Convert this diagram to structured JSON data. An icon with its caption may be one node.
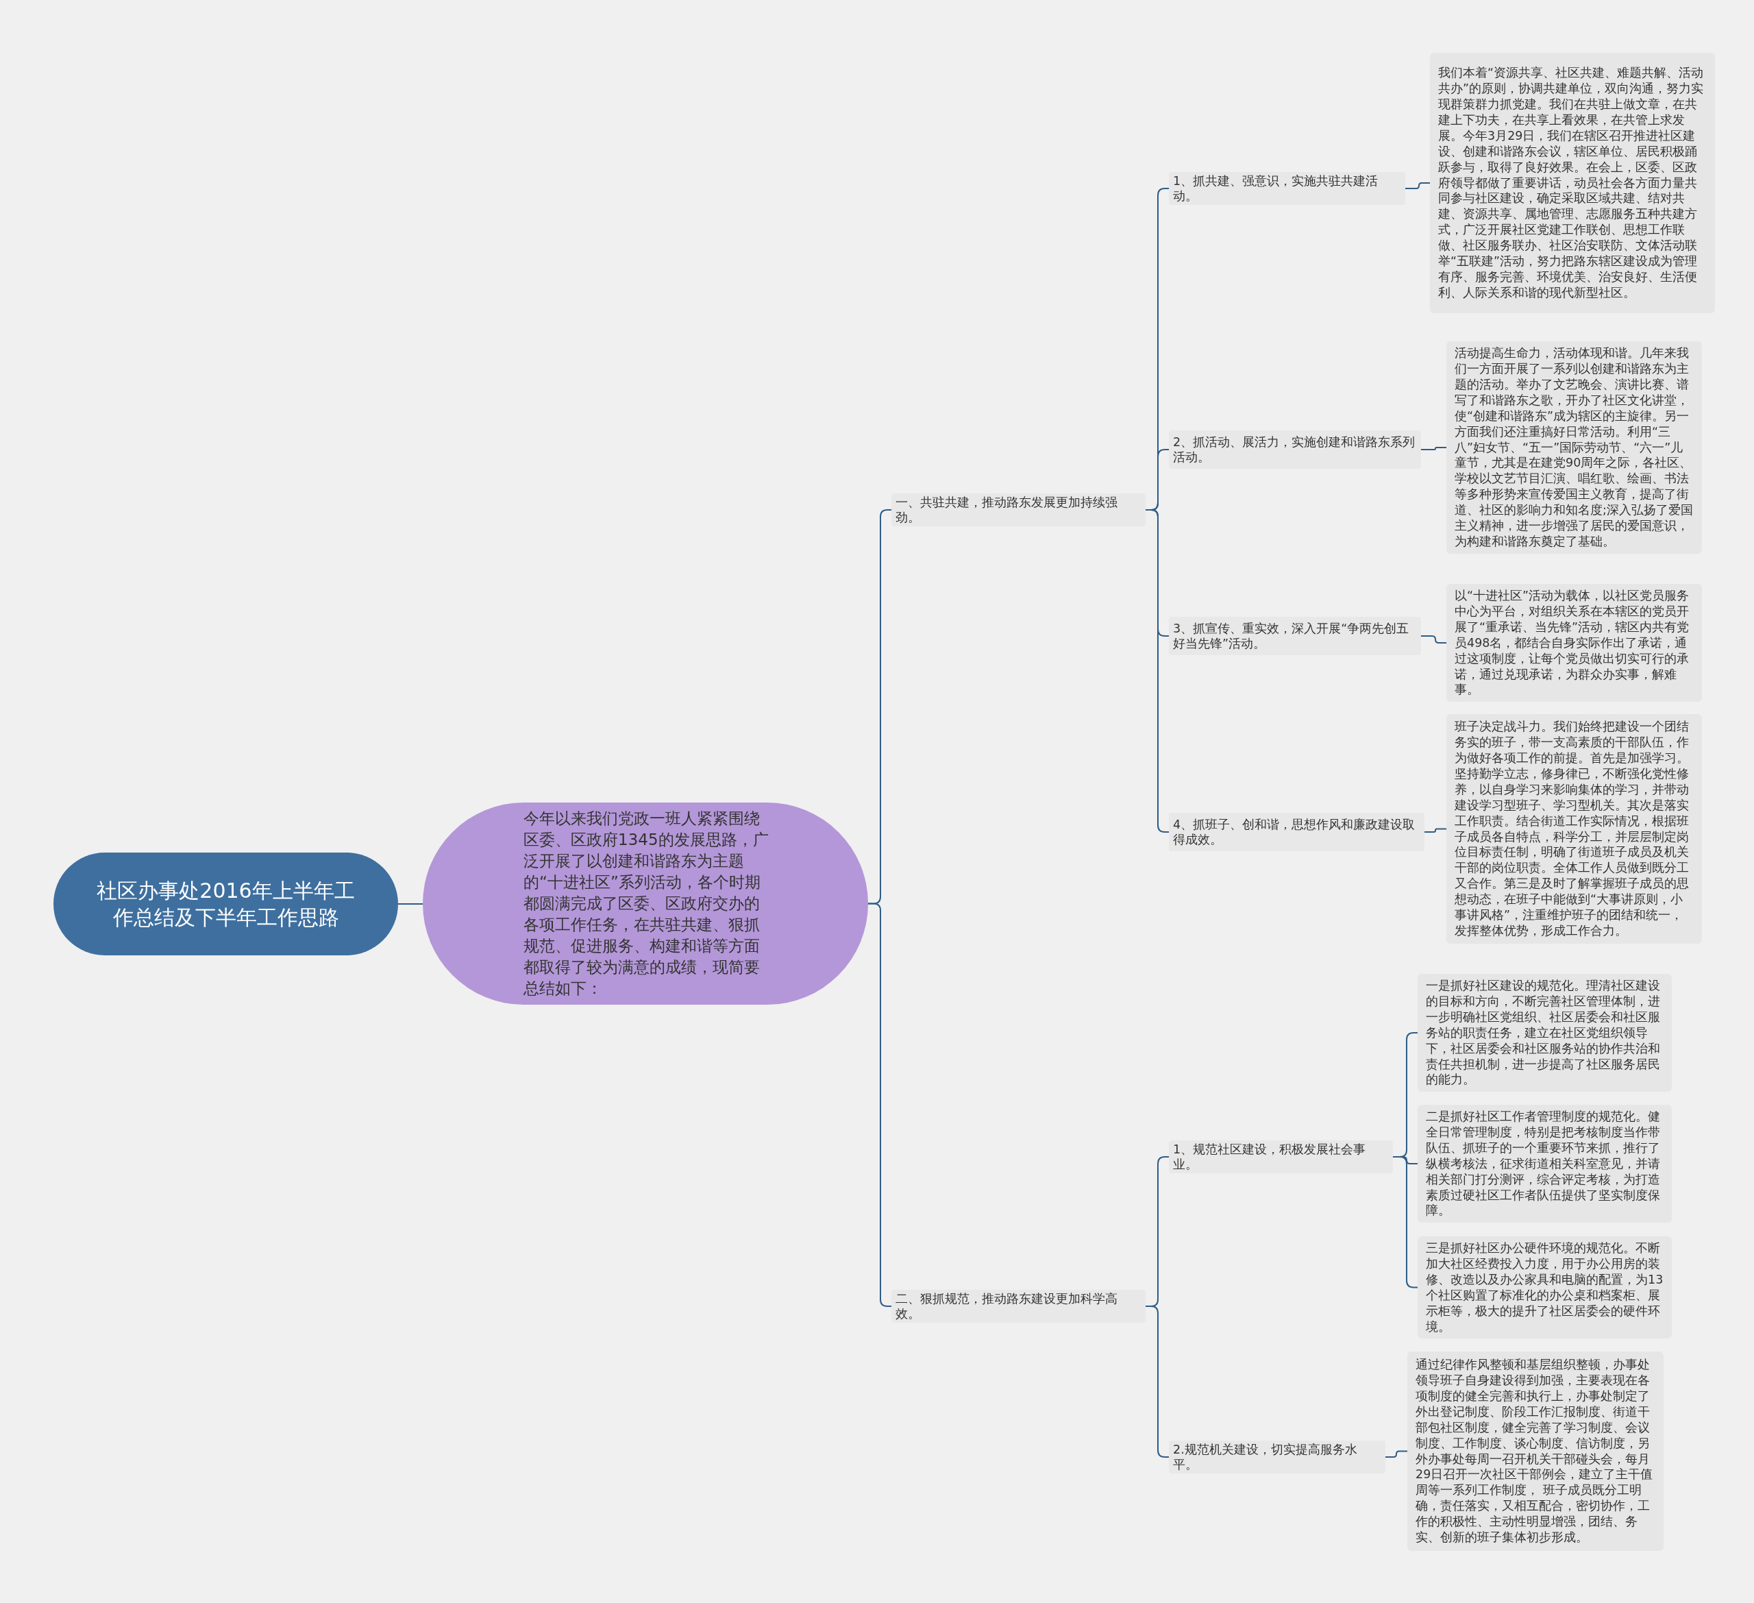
{
  "diagram": {
    "nodes": [
      {
        "text": [
          "社区办事处2016年上半年工作总结及下半年工作思路"
        ]
      },
      {
        "text": [
          "今年以来我们党政一班人紧紧围绕区委、区政府1345的发展思路，广泛开展了以创建和谐路东为主题的“十进社区”系列活动，各个时期都圆满完成了区委、区政府交办的各项工作任务，在共驻共建、狠抓规范、促进服务、构建和谐等方面都取得了较为满意的成绩，现简要总结如下："
        ]
      },
      {
        "text": [
          "一、共驻共建，推动路东发展更加持续强劲。"
        ]
      },
      {
        "text": [
          "1、抓共建、强意识，实施共驻共建活动。"
        ]
      },
      {
        "text": [
          "我们本着“资源共享、社区共建、难题共解、活动共办”的原则，协调共建单位，双向沟通，努力实现群策群力抓党建。我们在共驻上做文章，在共建上下功夫，在共享上看效果，在共管上求发展。今年3月29日，我们在辖区召开推进社区建设、创建和谐路东会议，辖区单位、居民积极踊跃参与，取得了良好效果。在会上，区委、区政府领导都做了重要讲话，动员社会各方面力量共同参与社区建设，确定采取区域共建、结对共建、资源共享、属地管理、志愿服务五种共建方式，广泛开展社区党建工作联创、思想工作联做、社区服务联办、社区治安联防、文体活动联举“五联建”活动，努力把路东辖区建设成为管理有序、服务完善、环境优美、治安良好、生活便利、人际关系和谐的现代新型社区。"
        ]
      },
      {
        "text": [
          "2、抓活动、展活力，实施创建和谐路东系列活动。"
        ]
      },
      {
        "text": [
          "活动提高生命力，活动体现和谐。几年来我们一方面开展了一系列以创建和谐路东为主题的活动。举办了文艺晚会、演讲比赛、谱写了和谐路东之歌，开办了社区文化讲堂，使“创建和谐路东”成为辖区的主旋律。另一方面我们还注重搞好日常活动。利用“三八”妇女节、“五一”国际劳动节、“六一”儿童节，尤其是在建党90周年之际，各社区、学校以文艺节目汇演、唱红歌、绘画、书法等多种形势来宣传爱国主义教育，提高了街道、社区的影响力和知名度;深入弘扬了爱国主义精神，进一步增强了居民的爱国意识，为构建和谐路东奠定了基础。"
        ]
      },
      {
        "text": [
          "3、抓宣传、重实效，深入开展“争两先创五好当先锋”活动。"
        ]
      },
      {
        "text": [
          "以“十进社区”活动为载体，以社区党员服务中心为平台，对组织关系在本辖区的党员开展了“重承诺、当先锋”活动，辖区内共有党员498名，都结合自身实际作出了承诺，通过这项制度，让每个党员做出切实可行的承诺，通过兑现承诺，为群众办实事，解难事。"
        ]
      },
      {
        "text": [
          "4、抓班子、创和谐，思想作风和廉政建设取得成效。"
        ]
      },
      {
        "text": [
          "班子决定战斗力。我们始终把建设一个团结务实的班子，带一支高素质的干部队伍，作为做好各项工作的前提。首先是加强学习。坚持勤学立志，修身律已，不断强化党性修养，以自身学习来影响集体的学习，并带动建设学习型班子、学习型机关。其次是落实工作职责。结合街道工作实际情况，根据班子成员各自特点，科学分工，并层层制定岗位目标责任制，明确了街道班子成员及机关干部的岗位职责。全体工作人员做到既分工又合作。第三是及时了解掌握班子成员的思想动态，在班子中能做到“大事讲原则，小事讲风格”，注重维护班子的团结和统一，发挥整体优势，形成工作合力。"
        ]
      },
      {
        "text": [
          "二、狠抓规范，推动路东建设更加科学高效。"
        ]
      },
      {
        "text": [
          "1、规范社区建设，积极发展社会事业。"
        ]
      },
      {
        "text": [
          "一是抓好社区建设的规范化。理清社区建设的目标和方向，不断完善社区管理体制，进一步明确社区党组织、社区居委会和社区服务站的职责任务，建立在社区党组织领导下，社区居委会和社区服务站的协作共治和责任共担机制，进一步提高了社区服务居民的能力。"
        ]
      },
      {
        "text": [
          "二是抓好社区工作者管理制度的规范化。健全日常管理制度，特别是把考核制度当作带队伍、抓班子的一个重要环节来抓，推行了纵横考核法，征求街道相关科室意见，并请相关部门打分测评，综合评定考核，为打造素质过硬社区工作者队伍提供了坚实制度保障。"
        ]
      },
      {
        "text": [
          "三是抓好社区办公硬件环境的规范化。不断加大社区经费投入力度，用于办公用房的装修、改造以及办公家具和电脑的配置，为13个社区购置了标准化的办公桌和档案柜、展示柜等，极大的提升了社区居委会的硬件环境。"
        ]
      },
      {
        "text": [
          "2.规范机关建设，切实提高服务水平。"
        ]
      },
      {
        "text": [
          "通过纪律作风整顿和基层组织整顿，办事处领导班子自身建设得到加强，主要表现在各项制度的健全完善和执行上，办事处制定了外出登记制度、阶段工作汇报制度、街道干部包社区制度，健全完善了学习制度、会议制度、工作制度、谈心制度、信访制度，另外办事处每周一召开机关干部碰头会，每月29日召开一次社区干部例会，建立了主干值周等一系列工作制度， 班子成员既分工明确，责任落实，又相互配合，密切协作，工作的积极性、主动性明显增强，团结、务实、创新的班子集体初步形成。"
        ]
      }
    ],
    "edges": [
      {
        "from": 0,
        "to": 1,
        "arrow": "none"
      },
      {
        "from": 1,
        "to": 2,
        "arrow": "none"
      },
      {
        "from": 1,
        "to": 11,
        "arrow": "none"
      },
      {
        "from": 2,
        "to": 3,
        "arrow": "none"
      },
      {
        "from": 2,
        "to": 5,
        "arrow": "none"
      },
      {
        "from": 2,
        "to": 7,
        "arrow": "none"
      },
      {
        "from": 2,
        "to": 9,
        "arrow": "none"
      },
      {
        "from": 3,
        "to": 4,
        "arrow": "none"
      },
      {
        "from": 5,
        "to": 6,
        "arrow": "none"
      },
      {
        "from": 7,
        "to": 8,
        "arrow": "none"
      },
      {
        "from": 9,
        "to": 10,
        "arrow": "none"
      },
      {
        "from": 11,
        "to": 12,
        "arrow": "none"
      },
      {
        "from": 11,
        "to": 16,
        "arrow": "none"
      },
      {
        "from": 12,
        "to": 13,
        "arrow": "none"
      },
      {
        "from": 12,
        "to": 14,
        "arrow": "none"
      },
      {
        "from": 12,
        "to": 15,
        "arrow": "none"
      },
      {
        "from": 16,
        "to": 17,
        "arrow": "none"
      }
    ]
  }
}
